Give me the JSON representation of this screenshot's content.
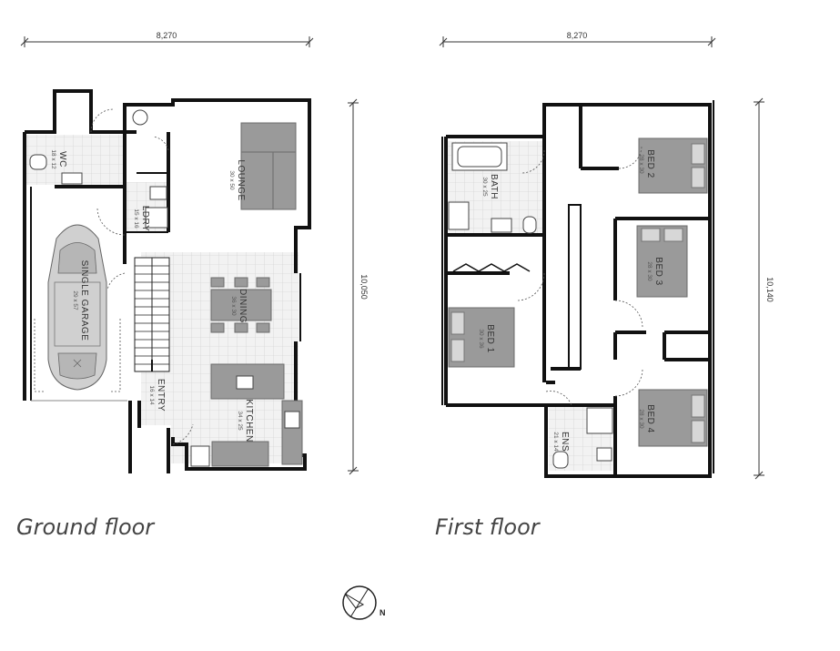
{
  "ground_floor": {
    "label": "Ground floor",
    "width_dim": "8,270",
    "depth_dim": "10,050",
    "rooms": {
      "wc": {
        "name": "WC",
        "size": "18 x 12"
      },
      "garage": {
        "name": "SINGLE GARAGE",
        "size": "29 x 57"
      },
      "lounge": {
        "name": "LOUNGE",
        "size": "30 x 50"
      },
      "ldry": {
        "name": "LDRY",
        "size": "15 x 16"
      },
      "dining": {
        "name": "DINING",
        "size": "36 x 30"
      },
      "entry": {
        "name": "ENTRY",
        "size": "16 x 14"
      },
      "kitchen": {
        "name": "KITCHEN",
        "size": "34 x 25"
      }
    }
  },
  "first_floor": {
    "label": "First floor",
    "width_dim": "8,270",
    "depth_dim": "10,140",
    "rooms": {
      "bath": {
        "name": "BATH",
        "size": "30 x 25"
      },
      "bed2": {
        "name": "BED 2",
        "size": "28 x 30"
      },
      "bed3": {
        "name": "BED 3",
        "size": "28 x 30"
      },
      "bed1": {
        "name": "BED 1",
        "size": "30 x 36"
      },
      "bed4": {
        "name": "BED 4",
        "size": "28 x 30"
      },
      "ens": {
        "name": "ENS",
        "size": "21 x 14"
      }
    }
  },
  "compass": {
    "label": "N"
  }
}
